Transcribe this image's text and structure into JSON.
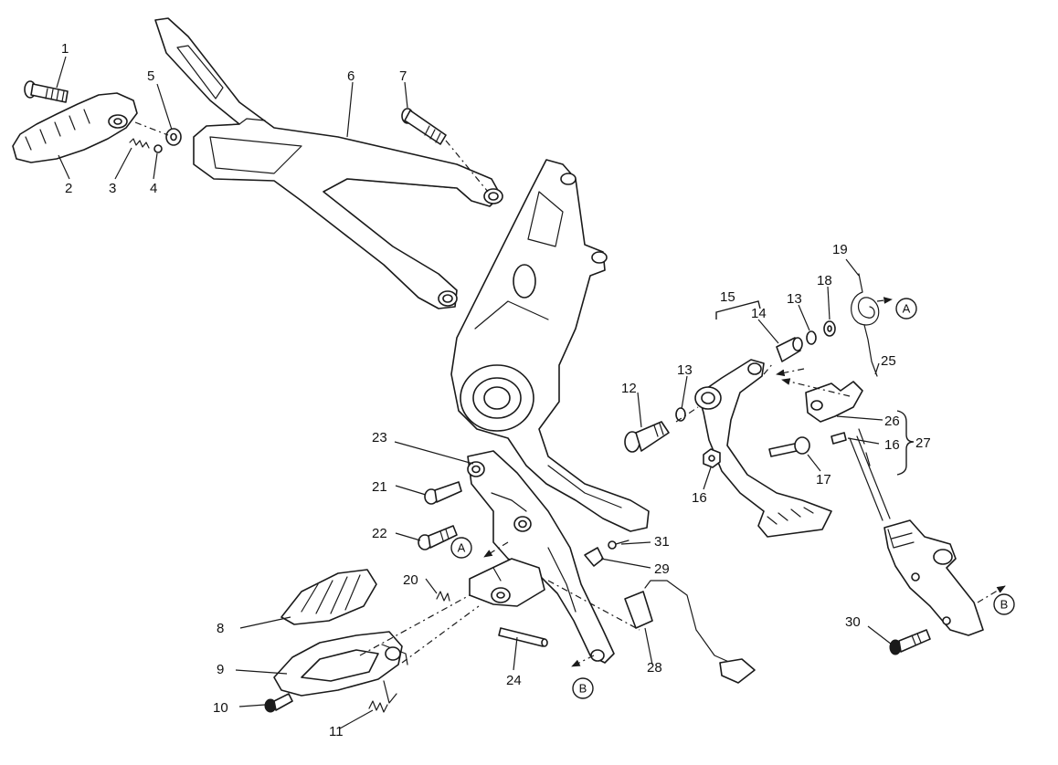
{
  "callouts": {
    "c1": "1",
    "c2": "2",
    "c3": "3",
    "c4": "4",
    "c5": "5",
    "c6": "6",
    "c7": "7",
    "c8": "8",
    "c9": "9",
    "c10": "10",
    "c11": "11",
    "c12": "12",
    "c13a": "13",
    "c13b": "13",
    "c14": "14",
    "c15": "15",
    "c16a": "16",
    "c16b": "16",
    "c17": "17",
    "c18": "18",
    "c19": "19",
    "c20": "20",
    "c21": "21",
    "c22": "22",
    "c23": "23",
    "c24": "24",
    "c25": "25",
    "c26": "26",
    "c27": "27",
    "c28": "28",
    "c29": "29",
    "c30": "30",
    "c31": "31"
  },
  "refs": {
    "a_right": "A",
    "a_left": "A",
    "b_right": "B",
    "b_bottom": "B"
  }
}
